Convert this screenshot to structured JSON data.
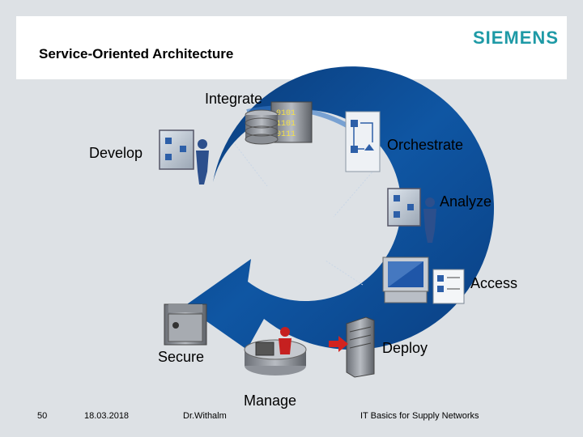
{
  "header": {
    "title": "Service-Oriented Architecture",
    "logo": "SIEMENS",
    "logo_color": "#1e9aa6"
  },
  "cycle": {
    "stages": [
      "Integrate",
      "Orchestrate",
      "Analyze",
      "Access",
      "Deploy",
      "Manage",
      "Secure",
      "Develop"
    ],
    "arrow_color": "#0d4a8c",
    "bits_text": [
      "0101",
      "1101",
      "0111"
    ]
  },
  "labels": {
    "integrate": "Integrate",
    "orchestrate": "Orchestrate",
    "analyze": "Analyze",
    "access": "Access",
    "deploy": "Deploy",
    "manage": "Manage",
    "secure": "Secure",
    "develop": "Develop"
  },
  "footer": {
    "page_number": "50",
    "date": "18.03.2018",
    "author": "Dr.Withalm",
    "course": "IT Basics for Supply Networks"
  }
}
